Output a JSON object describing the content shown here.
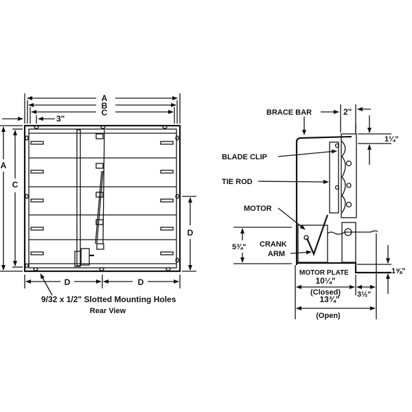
{
  "rear_view": {
    "dim_a_top": "A",
    "dim_b": "B",
    "dim_c_top": "C",
    "dim_3in": "3\"",
    "dim_a_side": "A",
    "dim_c_side": "C",
    "dim_d_side": "D",
    "dim_d_bottom_left": "D",
    "dim_d_bottom_right": "D",
    "holes_note": "9/32 x 1/2\" Slotted Mounting Holes",
    "caption": "Rear View"
  },
  "side_view": {
    "brace_bar": "BRACE BAR",
    "dim_2in": "2\"",
    "dim_1_1_4": "1¼\"",
    "blade_clip": "BLADE CLIP",
    "tie_rod": "TIE ROD",
    "motor": "MOTOR",
    "dim_5_3_4": "5¾\"",
    "crank": "CRANK",
    "arm": "ARM",
    "dim_1_5_8": "1⅝\"",
    "motor_plate": "MOTOR PLATE",
    "dim_10_1_4": "10¼\"",
    "closed": "(Closed)",
    "dim_3_1_2": "3½\"",
    "dim_13_3_4": "13¾\"",
    "open": "(Open)"
  }
}
